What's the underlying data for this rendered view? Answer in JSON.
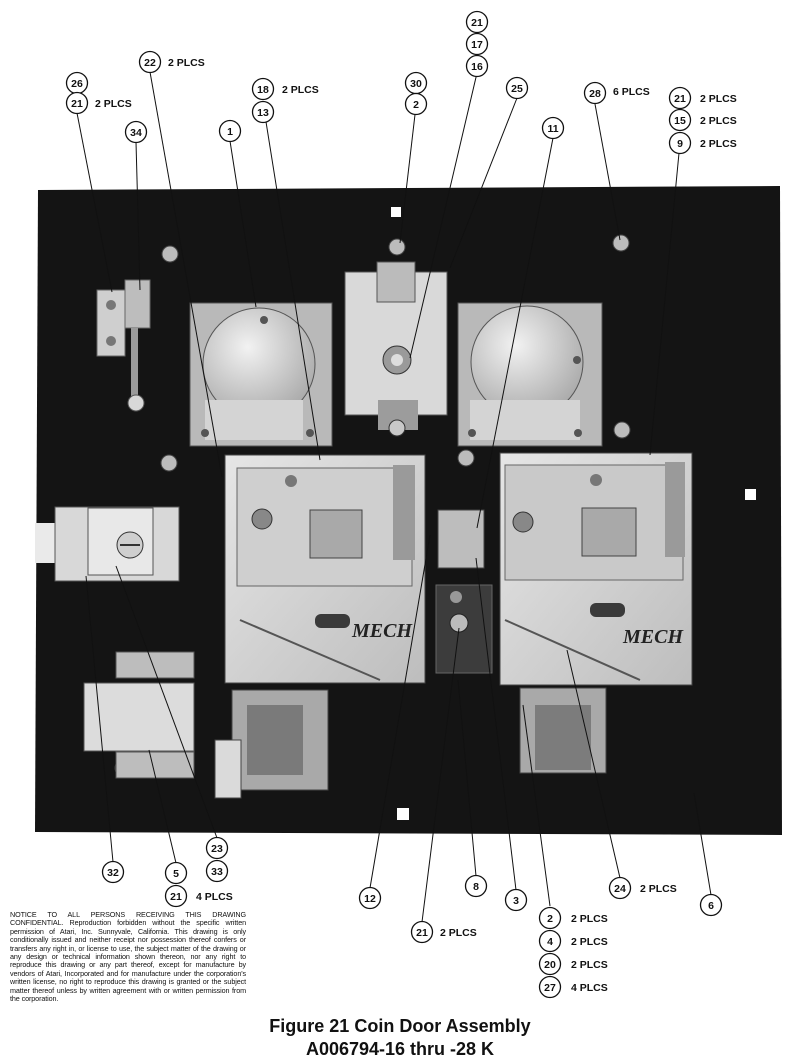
{
  "figure": {
    "title": "Figure 21   Coin Door Assembly",
    "part_number": "A006794-16 thru -28   K"
  },
  "notice": "NOTICE TO ALL PERSONS RECEIVING THIS DRAWING CONFIDENTIAL. Reproduction forbidden without the specific written permission of Atari, Inc. Sunnyvale, California. This drawing is only conditionally issued and neither receipt nor possession thereof confers or transfers any right in, or license to use, the subject matter of the drawing or any design or technical information shown thereon, nor any right to reproduce this drawing or any part thereof, except for manufacture by vendors of Atari, Incorporated and for manufacture under the corporation's written license, no right to reproduce this drawing is granted or the subject matter thereof unless by written agreement with or written permission from the corporation.",
  "mech_labels": [
    "MECH",
    "MECH"
  ],
  "callouts": [
    {
      "n": "26",
      "plcs": ""
    },
    {
      "n": "21",
      "plcs": "2 PLCS"
    },
    {
      "n": "22",
      "plcs": "2 PLCS"
    },
    {
      "n": "34",
      "plcs": ""
    },
    {
      "n": "1",
      "plcs": ""
    },
    {
      "n": "18",
      "plcs": "2 PLCS"
    },
    {
      "n": "13",
      "plcs": ""
    },
    {
      "n": "30",
      "plcs": ""
    },
    {
      "n": "2",
      "plcs": ""
    },
    {
      "n": "21",
      "plcs": ""
    },
    {
      "n": "17",
      "plcs": ""
    },
    {
      "n": "16",
      "plcs": ""
    },
    {
      "n": "25",
      "plcs": ""
    },
    {
      "n": "11",
      "plcs": ""
    },
    {
      "n": "28",
      "plcs": "6 PLCS"
    },
    {
      "n": "21",
      "plcs": "2 PLCS"
    },
    {
      "n": "15",
      "plcs": "2 PLCS"
    },
    {
      "n": "9",
      "plcs": "2 PLCS"
    },
    {
      "n": "32",
      "plcs": ""
    },
    {
      "n": "5",
      "plcs": ""
    },
    {
      "n": "21",
      "plcs": "4 PLCS"
    },
    {
      "n": "23",
      "plcs": ""
    },
    {
      "n": "33",
      "plcs": ""
    },
    {
      "n": "12",
      "plcs": ""
    },
    {
      "n": "21",
      "plcs": "2 PLCS"
    },
    {
      "n": "8",
      "plcs": ""
    },
    {
      "n": "3",
      "plcs": ""
    },
    {
      "n": "24",
      "plcs": "2 PLCS"
    },
    {
      "n": "6",
      "plcs": ""
    },
    {
      "n": "2",
      "plcs": "2 PLCS"
    },
    {
      "n": "4",
      "plcs": "2 PLCS"
    },
    {
      "n": "20",
      "plcs": "2 PLCS"
    },
    {
      "n": "27",
      "plcs": "4 PLCS"
    }
  ]
}
